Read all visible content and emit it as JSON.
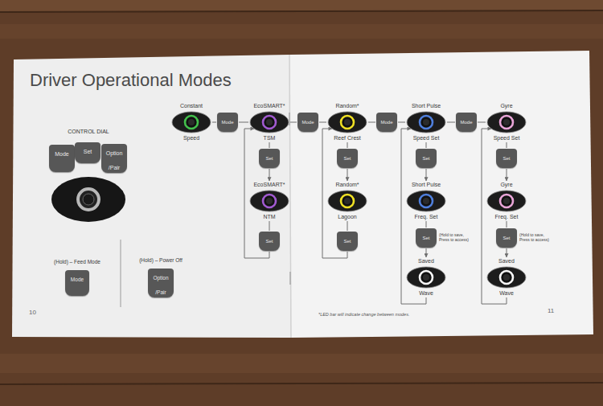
{
  "diagram": {
    "title": "Driver Operational Modes",
    "nodes": [
      {
        "text": [
          "Mode"
        ]
      },
      {
        "text": [
          "Set"
        ]
      },
      {
        "text": [
          "Option /Pair"
        ]
      },
      {
        "text": [
          "(Hold) – Feed Mode",
          "Mode"
        ]
      },
      {
        "text": [
          "(Hold) – Power Off",
          "Option /Pair"
        ]
      },
      {
        "text": [
          "Constant",
          "Speed"
        ]
      },
      {
        "text": [
          "Mode"
        ]
      },
      {
        "text": [
          "EcoSMART*",
          "TSM"
        ]
      },
      {
        "text": [
          "Mode"
        ]
      },
      {
        "text": [
          "Random*",
          "Reef Crest"
        ]
      },
      {
        "text": [
          "Mode"
        ]
      },
      {
        "text": [
          "Short Pulse",
          "Speed Set"
        ]
      },
      {
        "text": [
          "Mode"
        ]
      },
      {
        "text": [
          "Gyre",
          "Speed Set"
        ]
      },
      {
        "text": [
          "Set"
        ]
      },
      {
        "text": [
          "EcoSMART*",
          "NTM"
        ]
      },
      {
        "text": [
          "Set"
        ]
      },
      {
        "text": [
          "Set"
        ]
      },
      {
        "text": [
          "Random*",
          "Lagoon"
        ]
      },
      {
        "text": [
          "Set"
        ]
      },
      {
        "text": [
          "Set"
        ]
      },
      {
        "text": [
          "Short Pulse",
          "Freq. Set"
        ]
      },
      {
        "text": [
          "Set",
          "(Hold to save, Press to access)"
        ]
      },
      {
        "text": [
          "Saved",
          "Wave"
        ]
      },
      {
        "text": [
          "Set"
        ]
      },
      {
        "text": [
          "Gyre",
          "Freq. Set"
        ]
      },
      {
        "text": [
          "Set",
          "(Hold to save, Press to access)"
        ]
      },
      {
        "text": [
          "Saved",
          "Wave"
        ]
      }
    ],
    "edges": [
      {
        "from": 5,
        "to": 6,
        "arrow": "none"
      },
      {
        "from": 6,
        "to": 7,
        "arrow": "none"
      },
      {
        "from": 7,
        "to": 8,
        "arrow": "none"
      },
      {
        "from": 8,
        "to": 9,
        "arrow": "none"
      },
      {
        "from": 9,
        "to": 10,
        "arrow": "none"
      },
      {
        "from": 10,
        "to": 11,
        "arrow": "none"
      },
      {
        "from": 11,
        "to": 12,
        "arrow": "none"
      },
      {
        "from": 12,
        "to": 13,
        "arrow": "none"
      },
      {
        "from": 7,
        "to": 14,
        "arrow": "none"
      },
      {
        "from": 14,
        "to": 15,
        "arrow": "to"
      },
      {
        "from": 15,
        "to": 16,
        "arrow": "none"
      },
      {
        "from": 16,
        "to": 7,
        "arrow": "to"
      },
      {
        "from": 9,
        "to": 17,
        "arrow": "none"
      },
      {
        "from": 17,
        "to": 18,
        "arrow": "to"
      },
      {
        "from": 18,
        "to": 19,
        "arrow": "none"
      },
      {
        "from": 19,
        "to": 9,
        "arrow": "to"
      },
      {
        "from": 11,
        "to": 20,
        "arrow": "none"
      },
      {
        "from": 20,
        "to": 21,
        "arrow": "to"
      },
      {
        "from": 21,
        "to": 22,
        "arrow": "none"
      },
      {
        "from": 22,
        "to": 23,
        "arrow": "to"
      },
      {
        "from": 23,
        "to": 11,
        "arrow": "to"
      },
      {
        "from": 13,
        "to": 24,
        "arrow": "none"
      },
      {
        "from": 24,
        "to": 25,
        "arrow": "to"
      },
      {
        "from": 25,
        "to": 26,
        "arrow": "none"
      },
      {
        "from": 26,
        "to": 27,
        "arrow": "to"
      },
      {
        "from": 27,
        "to": 13,
        "arrow": "to"
      }
    ],
    "labels": [
      "CONTROL DIAL",
      "10",
      "11",
      "*LED bar will indicate change between modes."
    ]
  }
}
